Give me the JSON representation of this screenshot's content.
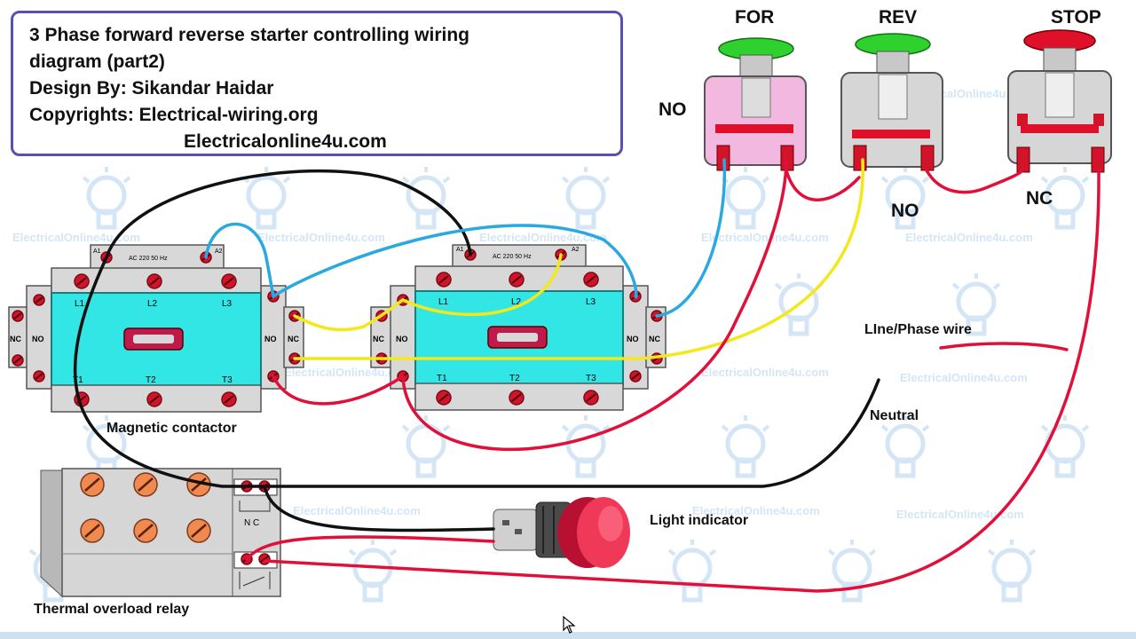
{
  "header": {
    "title_line1": "3 Phase forward reverse starter controlling wiring",
    "title_line2": "diagram (part2)",
    "designer": "Design By: Sikandar Haidar",
    "copyright": "Copyrights: Electrical-wiring.org",
    "website": "Electricalonline4u.com"
  },
  "watermark": "ElectricalOnline4u.com",
  "buttons": {
    "forward": "FOR",
    "reverse": "REV",
    "stop": "STOP"
  },
  "contact_labels": {
    "no_left": "NO",
    "no_middle": "NO",
    "nc_right": "NC"
  },
  "contactor": {
    "spec": "AC 220 50 Hz",
    "coil_a1": "A1",
    "coil_a2": "A2",
    "line_terminals": [
      "L1",
      "L2",
      "L3"
    ],
    "load_terminals": [
      "T1",
      "T2",
      "T3"
    ],
    "aux_no": "NO",
    "aux_nc": "NC"
  },
  "labels": {
    "magnetic_contactor": "Magnetic contactor",
    "thermal_overload_relay": "Thermal overload relay",
    "light_indicator": "Light indicator",
    "line_phase_wire": "LIne/Phase wire",
    "neutral": "Neutral"
  },
  "relay": {
    "nc_label": "N C"
  },
  "colors": {
    "contactor_body": "#33e6e6",
    "button_housing": "#d6d6d6",
    "forward_housing": "#f2b8e0",
    "green_button": "#2fd12f",
    "red_button": "#e0102a",
    "wire_black": "#111111",
    "wire_red": "#e0103a",
    "wire_yellow": "#f2e81a",
    "wire_blue": "#2aa8e0",
    "title_border": "#5a4fb5",
    "screw_red": "#d2142a",
    "relay_screw": "#f08a50"
  }
}
